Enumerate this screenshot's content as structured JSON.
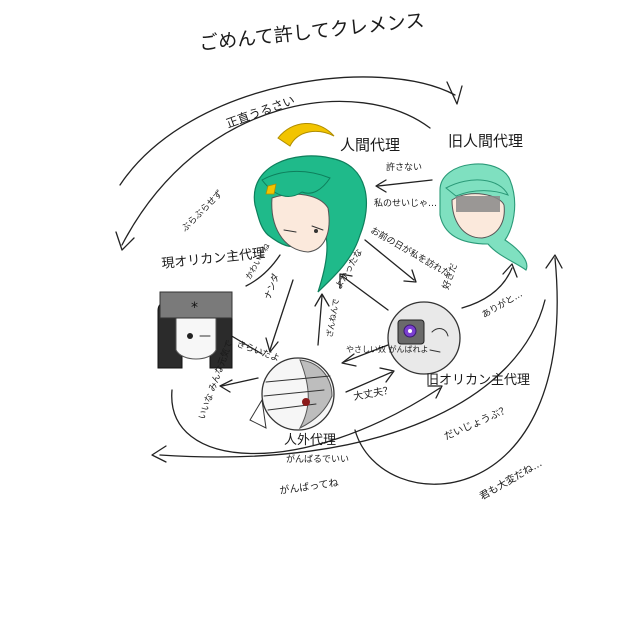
{
  "top_banner": "ごめんて許してクレメンス",
  "labels": {
    "human_agent": "人間代理",
    "old_human_agent": "旧人間代理",
    "current_origin_agent": "現オリカン主代理",
    "old_origin_agent": "旧オリカン主代理",
    "non_human_agent": "人外代理"
  },
  "speech": {
    "shoujiki_urusai": "正直うるさい",
    "yurusanai": "許さない",
    "watashi_no_seija": "私のせいじゃ…",
    "omae_no_hi": "お前の日が私を訪れた",
    "burabura": "ぶらぶらせず",
    "kawaiine": "かわいいね",
    "nanda": "ナンダ",
    "yokatta": "よかったな",
    "zannen": "ざんねんで",
    "kirai": "きらいだよ",
    "yasashii": "やさしい奴 がんばれよ",
    "sukita": "好きだ",
    "arigato": "ありがと…",
    "daijoubu": "大丈夫？",
    "ii_na": "いいな みんな元気で",
    "ganbaru_deii": "がんばるでいい",
    "ganbatte": "がんばってね",
    "daijobu_q": "だいじょうぶ？",
    "kimi_mo_taihen": "君も大変だね…"
  },
  "colors": {
    "green_hair": "#1fba8a",
    "light_green_hair": "#7fe0c0",
    "moon": "#f2c400",
    "black_hair": "#2b2b2b",
    "banner_gray": "#7a7a7a",
    "eye_purple": "#7b3fd1",
    "eye_red": "#8b1a1a",
    "skin": "#fbe9dc"
  },
  "icons": [
    "crescent-moon-icon",
    "star-clip-icon",
    "snowflake-icon"
  ]
}
